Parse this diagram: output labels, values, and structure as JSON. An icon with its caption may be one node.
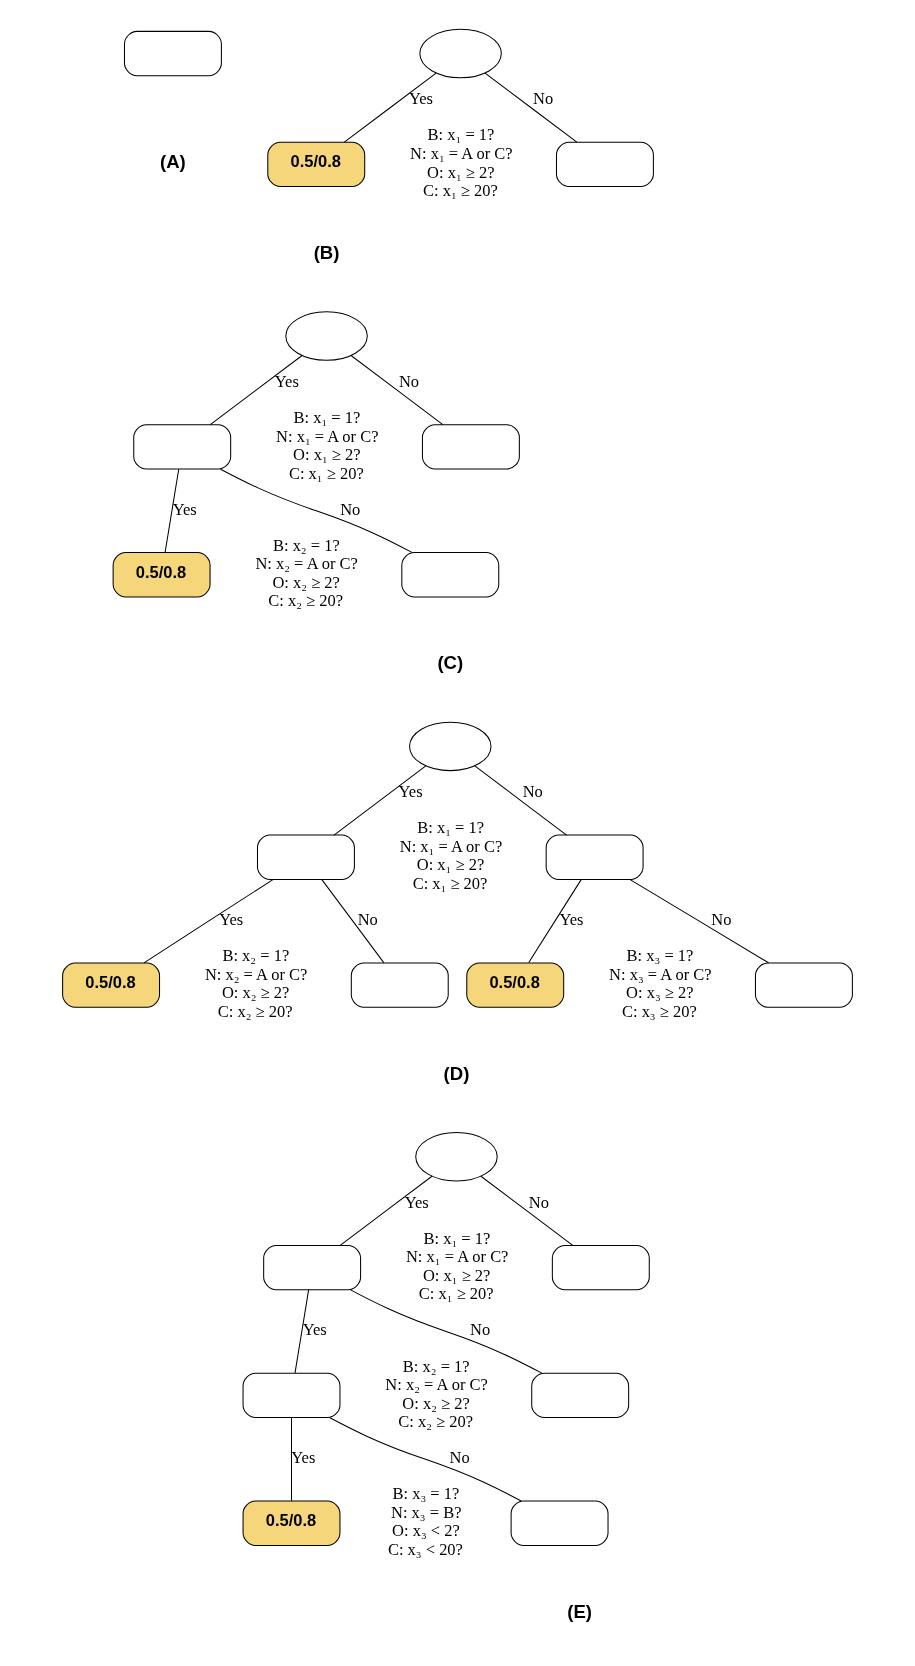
{
  "diagram": {
    "nodes": [
      {
        "text": [],
        "shape": "box"
      },
      {
        "text": [],
        "shape": "ellipse",
        "beside": [
          "B: x₁ = 1?",
          "N: x₁ = A or C?",
          "O: x₁ ≥ 2?",
          "C: x₁ ≥ 20?"
        ]
      },
      {
        "text": [
          "0.5/0.8"
        ]
      },
      {
        "text": [],
        "shape": "box"
      },
      {
        "text": [],
        "shape": "ellipse",
        "beside": [
          "B: x₁ = 1?",
          "N: x₁ = A or C?",
          "O: x₁ ≥ 2?",
          "C: x₁ ≥ 20?"
        ]
      },
      {
        "text": [],
        "shape": "box",
        "beside": [
          "B: x₂ = 1?",
          "N: x₂ = A or C?",
          "O: x₂ ≥ 2?",
          "C: x₂ ≥ 20?"
        ]
      },
      {
        "text": [],
        "shape": "box"
      },
      {
        "text": [
          "0.5/0.8"
        ]
      },
      {
        "text": [],
        "shape": "box"
      },
      {
        "text": [],
        "shape": "ellipse",
        "beside": [
          "B: x₁ = 1?",
          "N: x₁ = A or C?",
          "O: x₁ ≥ 2?",
          "C: x₁ ≥ 20?"
        ]
      },
      {
        "text": [],
        "shape": "box",
        "beside": [
          "B: x₂ = 1?",
          "N: x₂ = A or C?",
          "O: x₂ ≥ 2?",
          "C: x₂ ≥ 20?"
        ]
      },
      {
        "text": [],
        "shape": "box",
        "beside": [
          "B: x₃ = 1?",
          "N: x₃ = A or C?",
          "O: x₃ ≥ 2?",
          "C: x₃ ≥ 20?"
        ]
      },
      {
        "text": [
          "0.5/0.8"
        ]
      },
      {
        "text": [],
        "shape": "box"
      },
      {
        "text": [
          "0.5/0.8"
        ]
      },
      {
        "text": [],
        "shape": "box"
      },
      {
        "text": [],
        "shape": "ellipse",
        "beside": [
          "B: x₁ = 1?",
          "N: x₁ = A or C?",
          "O: x₁ ≥ 2?",
          "C: x₁ ≥ 20?"
        ]
      },
      {
        "text": [],
        "shape": "box",
        "beside": [
          "B: x₂ = 1?",
          "N: x₂ = A or C?",
          "O: x₂ ≥ 2?",
          "C: x₂ ≥ 20?"
        ]
      },
      {
        "text": [],
        "shape": "box"
      },
      {
        "text": [],
        "shape": "box",
        "beside": [
          "B: x₃ = 1?",
          "N: x₃ = B?",
          "O: x₃ < 2?",
          "C: x₃ < 20?"
        ]
      },
      {
        "text": [],
        "shape": "box"
      },
      {
        "text": [
          "0.5/0.8"
        ]
      },
      {
        "text": [],
        "shape": "box"
      }
    ],
    "edges": [
      {
        "from": 1,
        "to": 2,
        "arrow": "none",
        "label": "Yes"
      },
      {
        "from": 1,
        "to": 3,
        "arrow": "none",
        "label": "No"
      },
      {
        "from": 4,
        "to": 5,
        "arrow": "none",
        "label": "Yes"
      },
      {
        "from": 4,
        "to": 6,
        "arrow": "none",
        "label": "No"
      },
      {
        "from": 5,
        "to": 7,
        "arrow": "none",
        "label": "Yes"
      },
      {
        "from": 5,
        "to": 8,
        "arrow": "none",
        "label": "No"
      },
      {
        "from": 9,
        "to": 10,
        "arrow": "none",
        "label": "Yes"
      },
      {
        "from": 9,
        "to": 11,
        "arrow": "none",
        "label": "No"
      },
      {
        "from": 10,
        "to": 12,
        "arrow": "none",
        "label": "Yes"
      },
      {
        "from": 10,
        "to": 13,
        "arrow": "none",
        "label": "No"
      },
      {
        "from": 11,
        "to": 14,
        "arrow": "none",
        "label": "Yes"
      },
      {
        "from": 11,
        "to": 15,
        "arrow": "none",
        "label": "No"
      },
      {
        "from": 16,
        "to": 17,
        "arrow": "none",
        "label": "Yes"
      },
      {
        "from": 16,
        "to": 18,
        "arrow": "none",
        "label": "No"
      },
      {
        "from": 17,
        "to": 19,
        "arrow": "none",
        "label": "Yes"
      },
      {
        "from": 17,
        "to": 20,
        "arrow": "none",
        "label": "No"
      },
      {
        "from": 19,
        "to": 21,
        "arrow": "none",
        "label": "Yes"
      },
      {
        "from": 19,
        "to": 22,
        "arrow": "none",
        "label": "No"
      }
    ],
    "labels": [
      "(A)",
      "(B)",
      "(C)",
      "(D)",
      "(E)"
    ]
  }
}
